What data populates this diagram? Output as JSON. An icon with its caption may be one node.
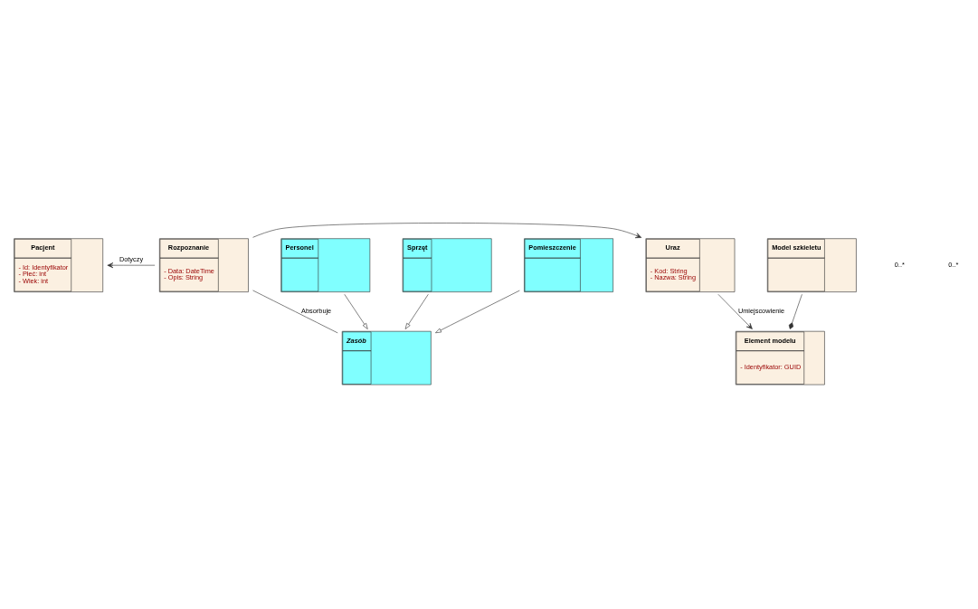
{
  "diagram": {
    "nodes": [
      {
        "text": [
          "Pacjent",
          "- Id: Identyfikator",
          "- Płeć: int",
          "- Wiek: int"
        ]
      },
      {
        "text": [
          "Rozpoznanie",
          "- Data: DateTime",
          "- Opis: String"
        ]
      },
      {
        "text": [
          "Uraz",
          "- Kod: String",
          "- Nazwa: String"
        ]
      },
      {
        "text": [
          "Zasób"
        ]
      },
      {
        "text": [
          "Element modelu",
          "- Identyfikator: GUID"
        ]
      },
      {
        "text": [
          "Personel"
        ]
      },
      {
        "text": [
          "Sprzęt"
        ]
      },
      {
        "text": [
          "Pomieszczenie"
        ]
      },
      {
        "text": [
          "Model szkieletu"
        ]
      }
    ],
    "edges": [
      {
        "from": 1,
        "to": 0,
        "arrow": "to",
        "label": "Dotyczy"
      },
      {
        "from": 1,
        "to": 2,
        "arrow": "to"
      },
      {
        "from": 1,
        "to": 3,
        "arrow": "none",
        "label": "Absorbuje"
      },
      {
        "from": 2,
        "to": 4,
        "arrow": "to",
        "label": "Umiejscowienie"
      },
      {
        "from": 5,
        "to": 3,
        "arrow": "to"
      },
      {
        "from": 6,
        "to": 3,
        "arrow": "to"
      },
      {
        "from": 7,
        "to": 3,
        "arrow": "to"
      },
      {
        "from": 8,
        "to": 4,
        "arrow": "other"
      }
    ],
    "labels": [
      "0..*",
      "0..*"
    ]
  }
}
